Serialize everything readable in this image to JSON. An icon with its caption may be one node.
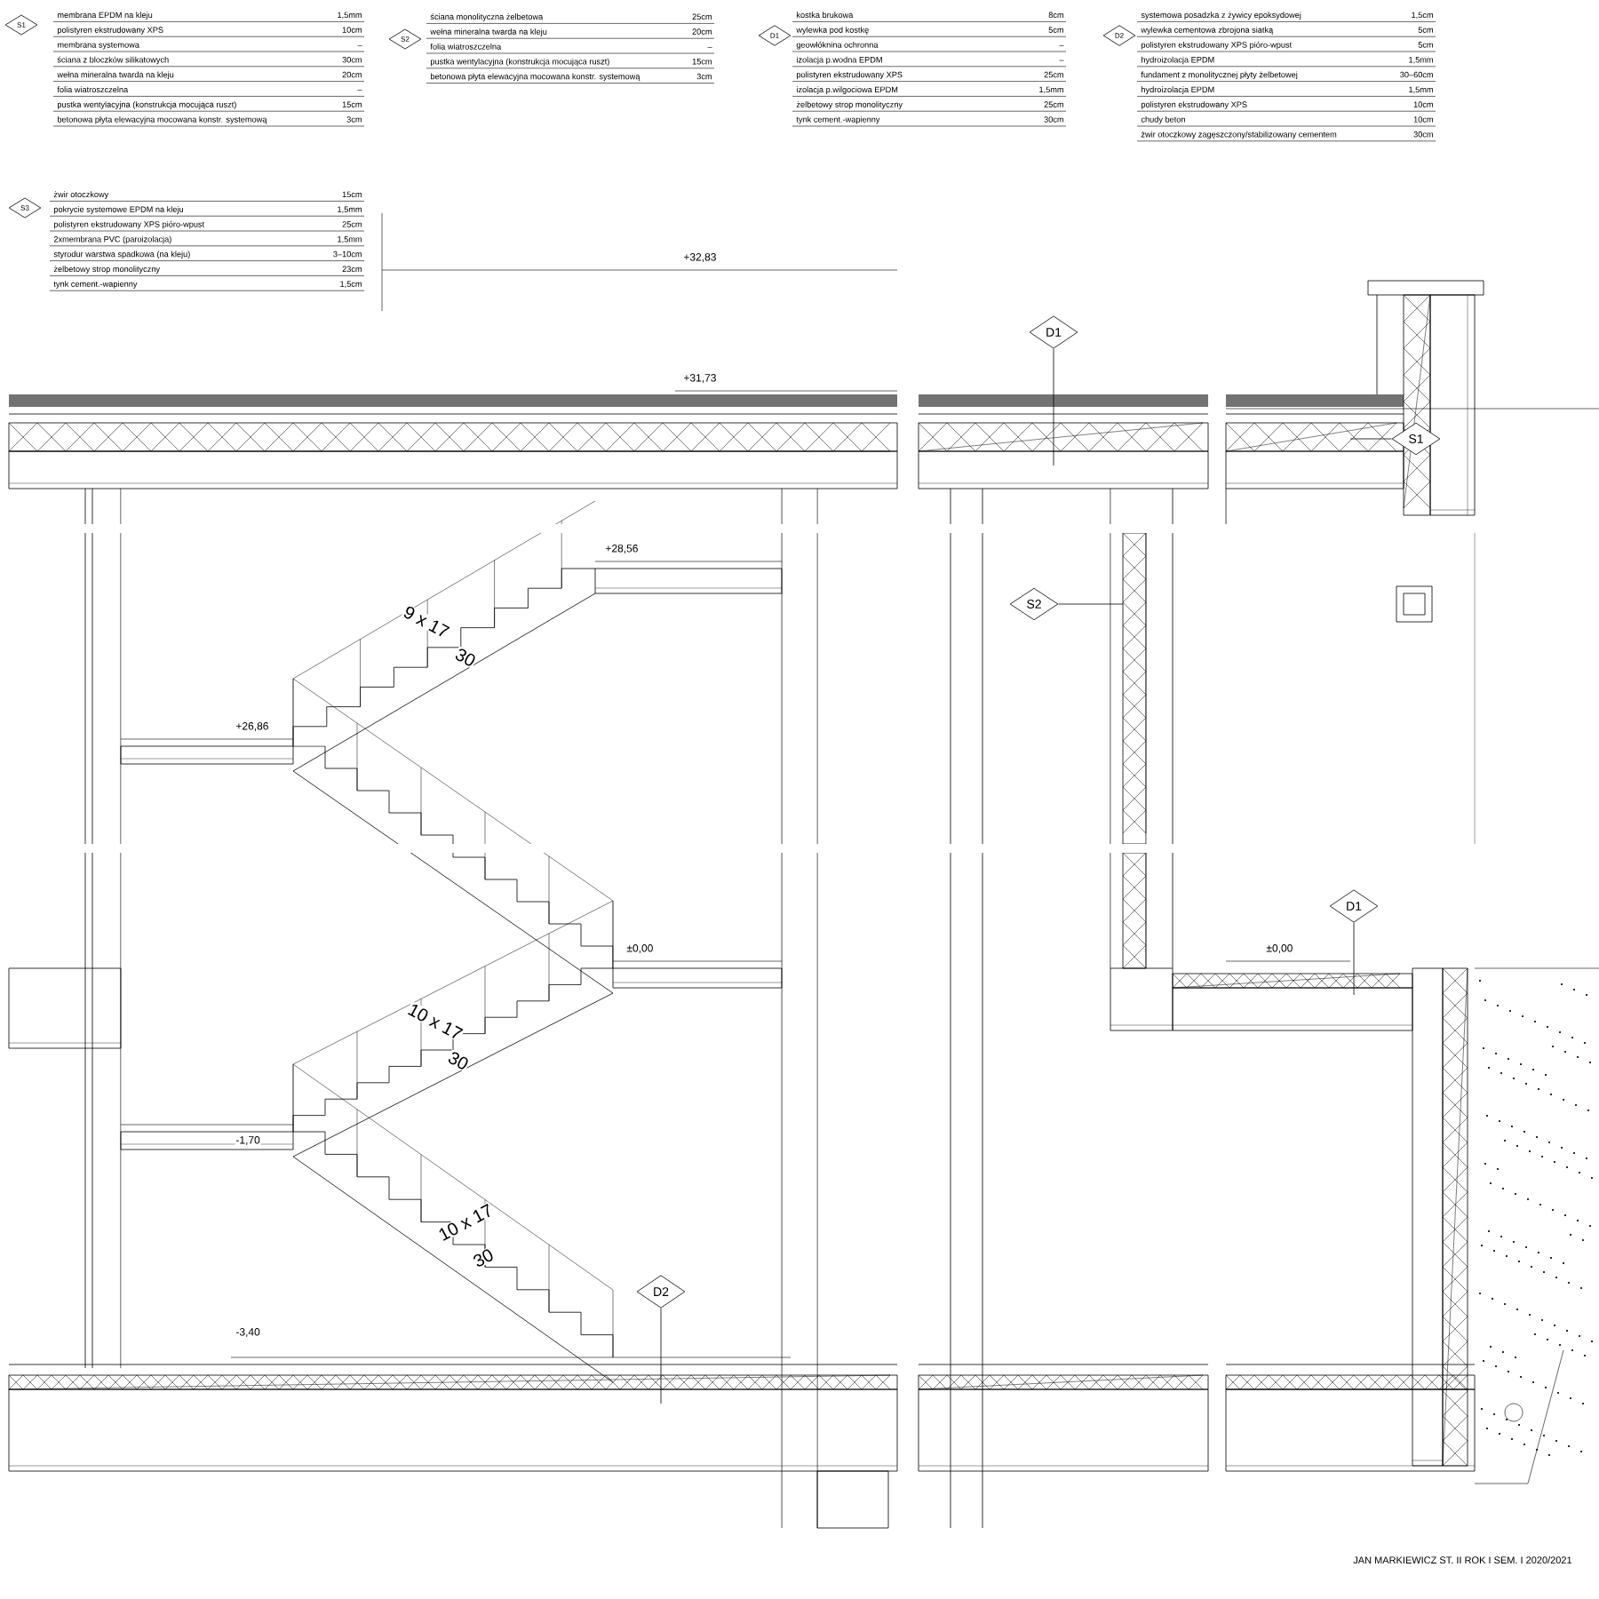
{
  "diagram": {
    "nodes": [
      {
        "text": [
          "S1"
        ],
        "beside": [
          "membrana EPDM na kleju",
          "1,5mm",
          "polistyren ekstrudowany XPS",
          "10cm",
          "membrana systemowa",
          "–",
          "ściana z bloczków silikatowych",
          "30cm",
          "wełna mineralna twarda na kleju",
          "20cm",
          "folia wiatroszczelna",
          "–",
          "pustka wentylacyjna (konstrukcja mocująca ruszt)",
          "15cm",
          "betonowa płyta elewacyjna mocowana konstr. systemową",
          "3cm"
        ]
      },
      {
        "text": [
          "S2"
        ],
        "beside": [
          "ściana monolityczna żelbetowa",
          "25cm",
          "wełna mineralna twarda na kleju",
          "20cm",
          "folia wiatroszczelna",
          "–",
          "pustka wentylacyjna (konstrukcja mocująca ruszt)",
          "15cm",
          "betonowa płyta elewacyjna mocowana konstr. systemową",
          "3cm"
        ]
      },
      {
        "text": [
          "D1"
        ],
        "beside": [
          "kostka brukowa",
          "8cm",
          "wylewka pod kostkę",
          "5cm",
          "geowłóknina ochronna",
          "–",
          "izolacja p.wodna EPDM",
          "–",
          "polistyren ekstrudowany XPS",
          "25cm",
          "izolacja p.wilgociowa EPDM",
          "1,5mm",
          "żelbetowy strop monolityczny",
          "25cm",
          "tynk cement.-wapienny",
          "30cm"
        ]
      },
      {
        "text": [
          "D2"
        ],
        "beside": [
          "systemowa posadzka z żywicy epoksydowej",
          "1,5cm",
          "wylewka cementowa zbrojona siatką",
          "5cm",
          "polistyren ekstrudowany XPS pióro-wpust",
          "5cm",
          "hydroizolacja EPDM",
          "1,5mm",
          "fundament z monolitycznej płyty żelbetowej",
          "30–60cm",
          "hydroizolacja EPDM",
          "1,5mm",
          "polistyren ekstrudowany XPS",
          "10cm",
          "chudy beton",
          "10cm",
          "żwir otoczkowy zagęszczony/stabilizowany cementem",
          "30cm"
        ]
      },
      {
        "text": [
          "S3"
        ],
        "beside": [
          "żwir otoczkowy",
          "15cm",
          "pokrycie systemowe EPDM na kleju",
          "1,5mm",
          "polistyren ekstrudowany XPS pióro-wpust",
          "25cm",
          "2xmembrana PVC (paroizolacja)",
          "1,5mm",
          "styrodur warstwa spadkowa (na kleju)",
          "3–10cm",
          "żelbetowy strop monolityczny",
          "23cm",
          "tynk cement.-wapienny",
          "1,5cm"
        ]
      },
      {
        "text": [],
        "shape": "picture"
      },
      {
        "text": [
          "D1"
        ],
        "in": 5
      },
      {
        "text": [
          "S1"
        ],
        "in": 5
      },
      {
        "text": [
          "S2"
        ],
        "in": 5
      },
      {
        "text": [
          "D1"
        ],
        "in": 5
      },
      {
        "text": [
          "D2"
        ],
        "in": 5
      }
    ],
    "edges": [
      {
        "from": 6,
        "to": 5,
        "arrow": "none"
      },
      {
        "from": 7,
        "to": 5,
        "arrow": "none"
      },
      {
        "from": 8,
        "to": 5,
        "arrow": "none"
      },
      {
        "from": 9,
        "to": 5,
        "arrow": "none"
      },
      {
        "from": 10,
        "to": 5,
        "arrow": "none"
      }
    ],
    "labels": [
      "+32,83",
      "+31,73",
      "+28,56",
      "9 x 17",
      "30",
      "+26,86",
      "±0,00",
      "±0,00",
      "10 x 17",
      "30",
      "-1,70",
      "10 x 17",
      "30",
      "-3,40",
      "JAN MARKIEWICZ ST. II ROK I SEM. I 2020/2021"
    ]
  }
}
